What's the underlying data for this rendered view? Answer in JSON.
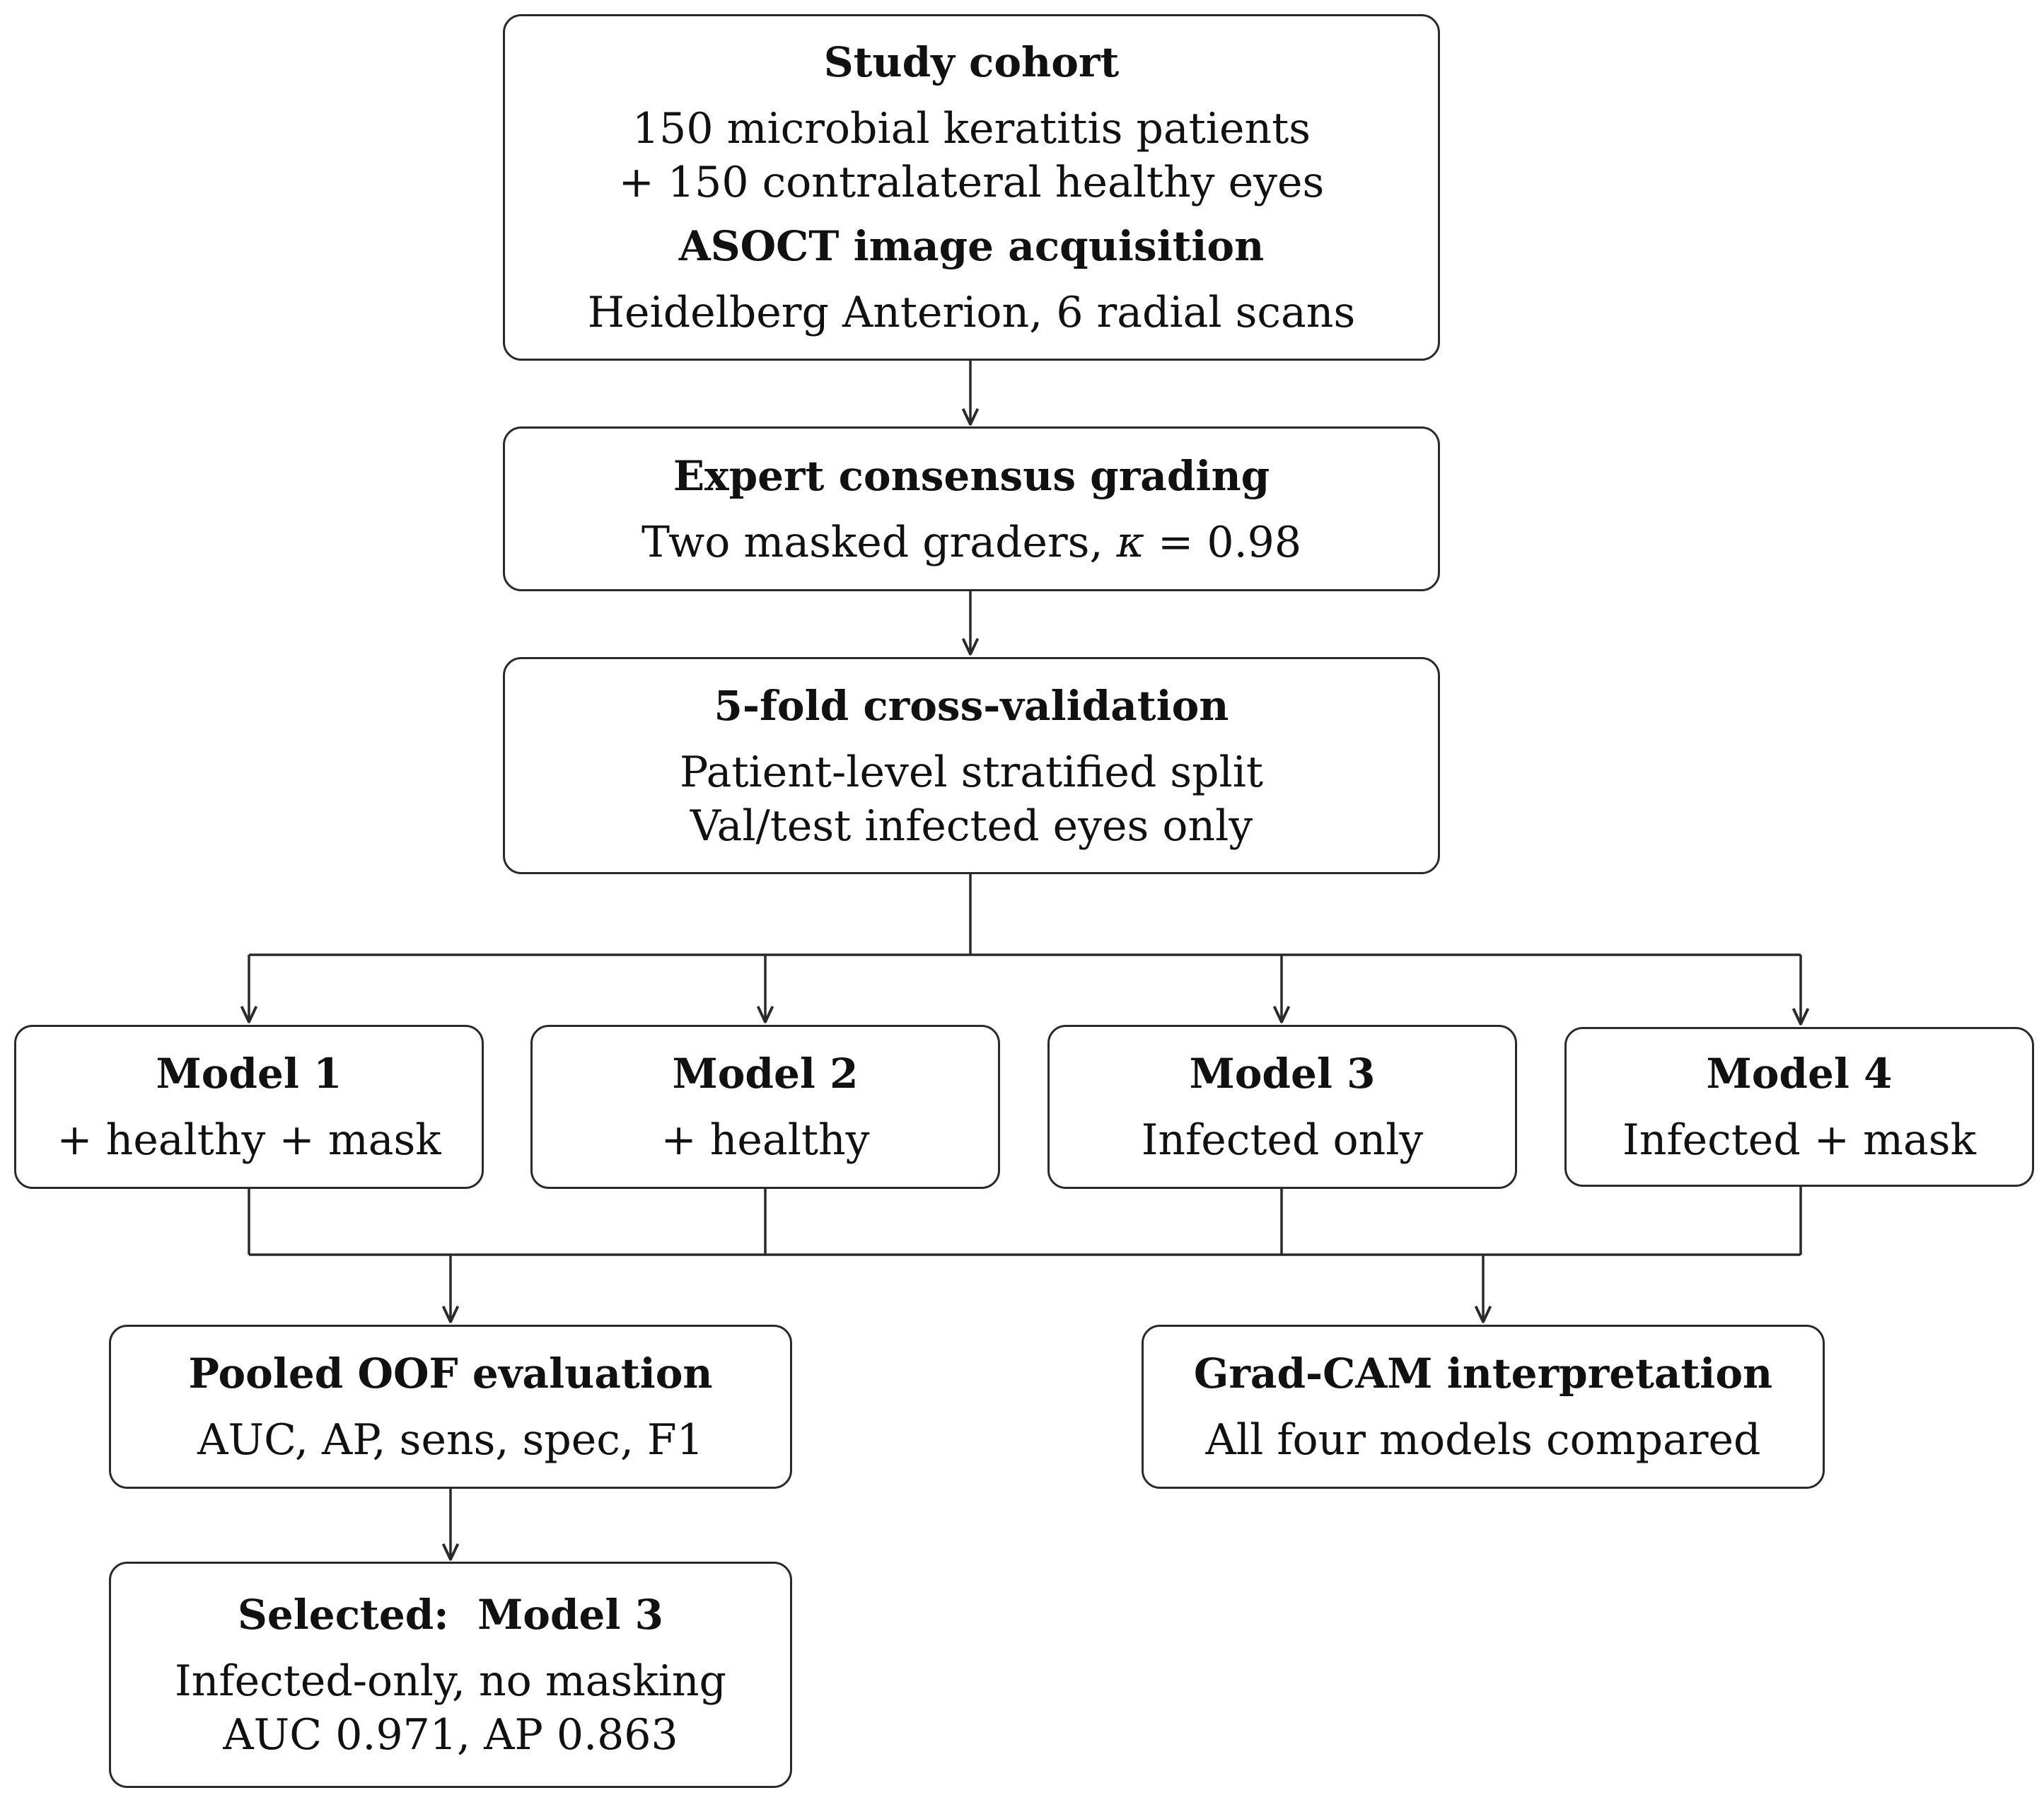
{
  "boxes": {
    "study_cohort": {
      "title": "Study cohort",
      "lines": [
        "150 microbial keratitis patients",
        "+ 150 contralateral healthy eyes"
      ],
      "subtitle": "ASOCT image acquisition",
      "sublines": [
        "Heidelberg Anterion, 6 radial scans"
      ]
    },
    "expert_grading": {
      "title": "Expert consensus grading",
      "line_prefix": "Two masked graders, ",
      "kappa_symbol": "κ",
      "line_suffix": " = 0.98"
    },
    "cross_validation": {
      "title": "5-fold cross-validation",
      "lines": [
        "Patient-level stratified split",
        "Val/test infected eyes only"
      ]
    },
    "models": [
      {
        "title": "Model 1",
        "line": "+ healthy + mask"
      },
      {
        "title": "Model 2",
        "line": "+ healthy"
      },
      {
        "title": "Model 3",
        "line": "Infected only"
      },
      {
        "title": "Model 4",
        "line": "Infected + mask"
      }
    ],
    "pooled_oof": {
      "title": "Pooled OOF evaluation",
      "lines": [
        "AUC, AP, sens, spec, F1"
      ]
    },
    "gradcam": {
      "title": "Grad-CAM interpretation",
      "lines": [
        "All four models compared"
      ]
    },
    "selected": {
      "title": "Selected:  Model 3",
      "lines": [
        "Infected-only, no masking",
        "AUC 0.971, AP 0.863"
      ]
    }
  },
  "colors": {
    "border": "#2a2a2a",
    "text": "#111111",
    "background": "#ffffff"
  }
}
